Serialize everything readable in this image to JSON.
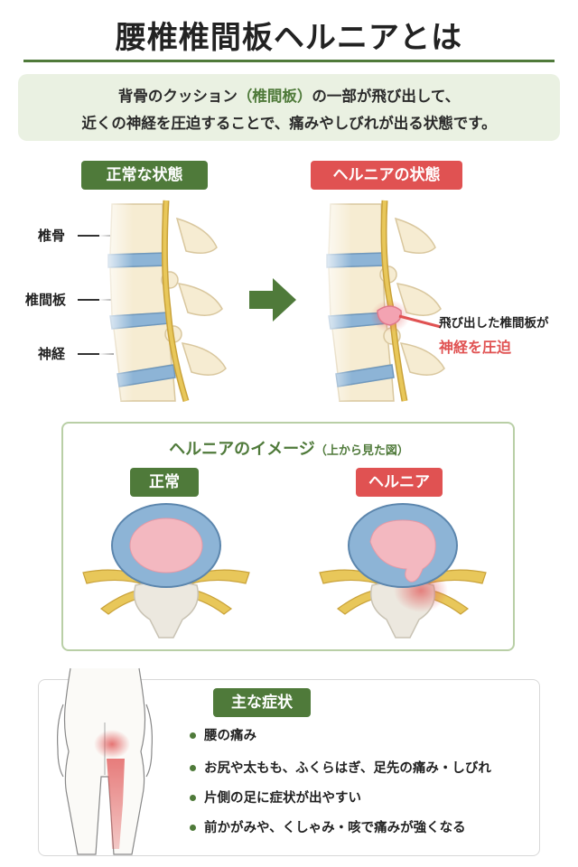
{
  "page": {
    "title": "腰椎椎間板ヘルニアとは",
    "intro_line1_pre": "背骨のクッション",
    "intro_line1_highlight": "（椎間板）",
    "intro_line1_post": "の一部が飛び出して、",
    "intro_line2": "近くの神経を圧迫することで、痛みやしびれが出る状態です。"
  },
  "side_view": {
    "normal_badge": "正常な状態",
    "hernia_badge": "ヘルニアの状態",
    "labels": {
      "vertebra": "椎骨",
      "disc": "椎間板",
      "nerve": "神経"
    },
    "callout_line1": "飛び出した椎間板が",
    "callout_line2": "神経を圧迫"
  },
  "top_view": {
    "title": "ヘルニアのイメージ",
    "subtitle": "（上から見た図）",
    "normal_badge": "正常",
    "hernia_badge": "ヘルニア"
  },
  "symptoms": {
    "badge": "主な症状",
    "items": [
      "腰の痛み",
      "お尻や太もも、ふくらはぎ、足先の痛み・しびれ",
      "片側の足に症状が出やすい",
      "前かがみや、くしゃみ・咳で痛みが強くなる"
    ]
  },
  "colors": {
    "accent_green": "#4f7a3a",
    "accent_red": "#e05252",
    "disc_blue": "#8db4d6",
    "nerve_yellow": "#e8c75a",
    "bone_cream": "#f6ecd2",
    "nucleus_pink": "#f3b8c0"
  }
}
